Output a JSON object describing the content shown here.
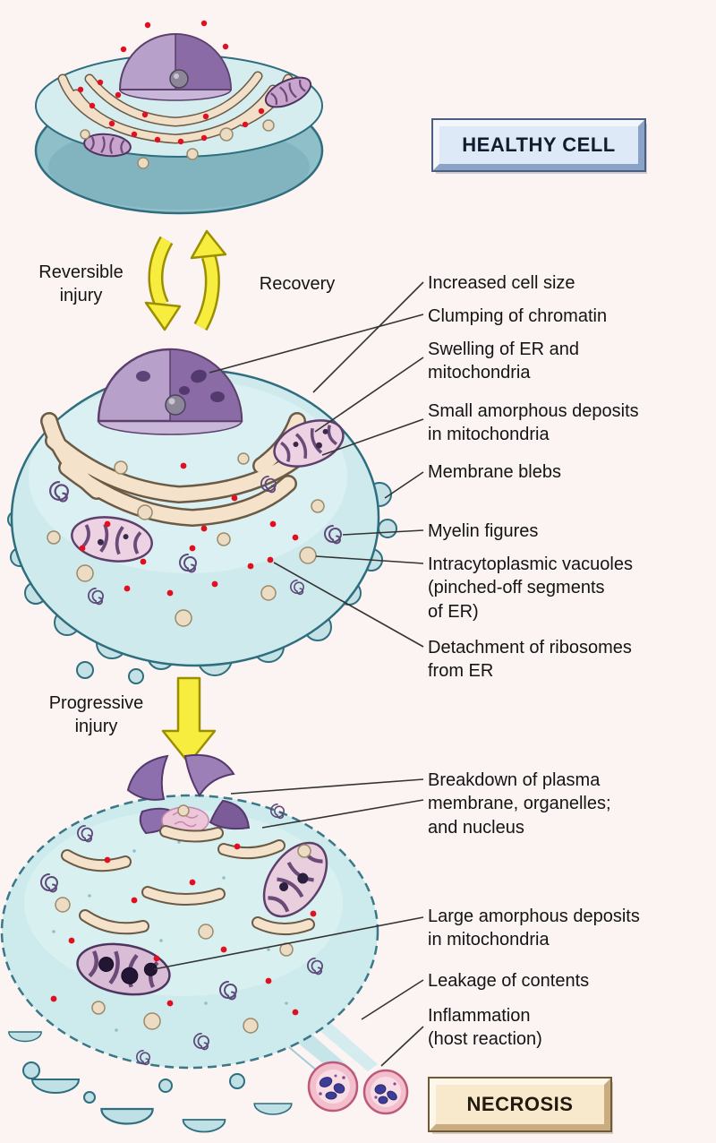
{
  "figure": {
    "stages": {
      "healthy_box_label": "HEALTHY CELL",
      "necrosis_box_label": "NECROSIS"
    },
    "flow": {
      "reversible_injury": "Reversible\ninjury",
      "recovery": "Recovery",
      "progressive_injury": "Progressive\ninjury"
    },
    "annotations_reversible": {
      "increased_cell_size": "Increased cell size",
      "clumping_of_chromatin": "Clumping of chromatin",
      "swelling_er_mitochondria": "Swelling of ER and\nmitochondria",
      "small_amorphous_deposits": "Small amorphous deposits\nin mitochondria",
      "membrane_blebs": "Membrane blebs",
      "myelin_figures": "Myelin figures",
      "intracytoplasmic_vacuoles": "Intracytoplasmic vacuoles\n(pinched-off segments\nof ER)",
      "detachment_of_ribosomes": "Detachment of ribosomes\nfrom ER"
    },
    "annotations_necrosis": {
      "breakdown": "Breakdown of plasma\nmembrane, organelles;\nand nucleus",
      "large_amorphous_deposits": "Large amorphous deposits\nin mitochondria",
      "leakage_of_contents": "Leakage of contents",
      "inflammation": "Inflammation\n(host reaction)"
    },
    "colors": {
      "background": "#FCF3F3",
      "cell_body": "#CFEAED",
      "cell_outline": "#2E6E7E",
      "nucleus_purple": "#B7A0CA",
      "er_tan": "#F2DFC8",
      "ribosome_red": "#E01020",
      "arrow_yellow": "#F6ED3E",
      "healthy_box_fill": "#DDE9F6",
      "necrosis_box_fill": "#F8E9CD"
    }
  }
}
